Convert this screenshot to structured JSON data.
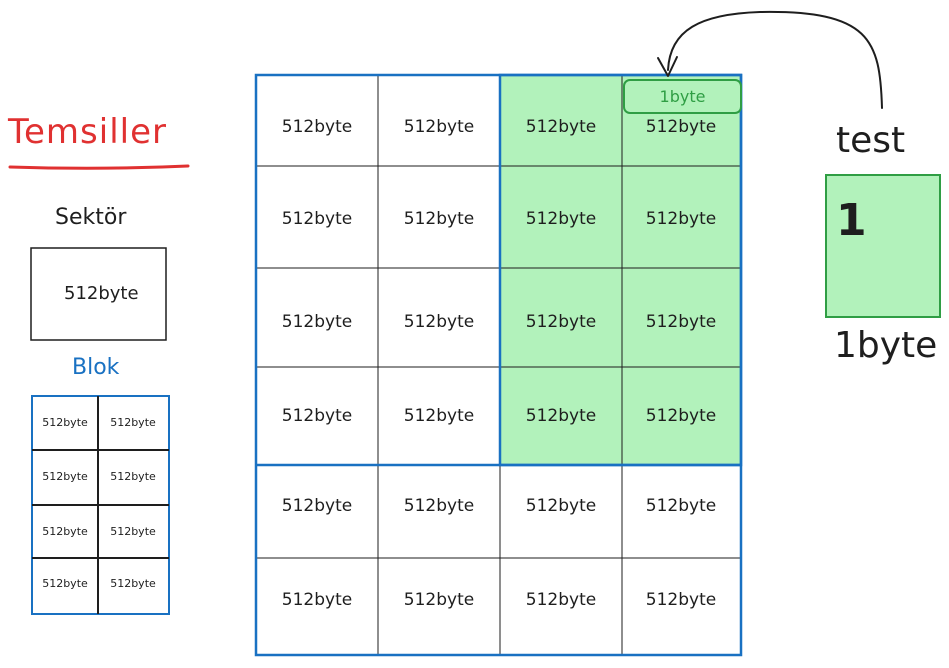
{
  "title": "Temsiller",
  "sector": {
    "label": "Sektör",
    "value": "512byte"
  },
  "block": {
    "label": "Blok",
    "cells": [
      "512byte",
      "512byte",
      "512byte",
      "512byte",
      "512byte",
      "512byte",
      "512byte",
      "512byte"
    ]
  },
  "grid": {
    "cell_value": "512byte",
    "rows": 6,
    "cols": 4,
    "highlight": {
      "rows": [
        0,
        1,
        2,
        3
      ],
      "cols": [
        2,
        3
      ]
    },
    "byte_tag": "1byte"
  },
  "test": {
    "label": "test",
    "value": "1",
    "size": "1byte"
  },
  "colors": {
    "ink": "#1e1e1e",
    "blue": "#1971c2",
    "green_fill": "#b2f2bb",
    "green_stroke": "#2f9e44",
    "red": "#e03131"
  }
}
